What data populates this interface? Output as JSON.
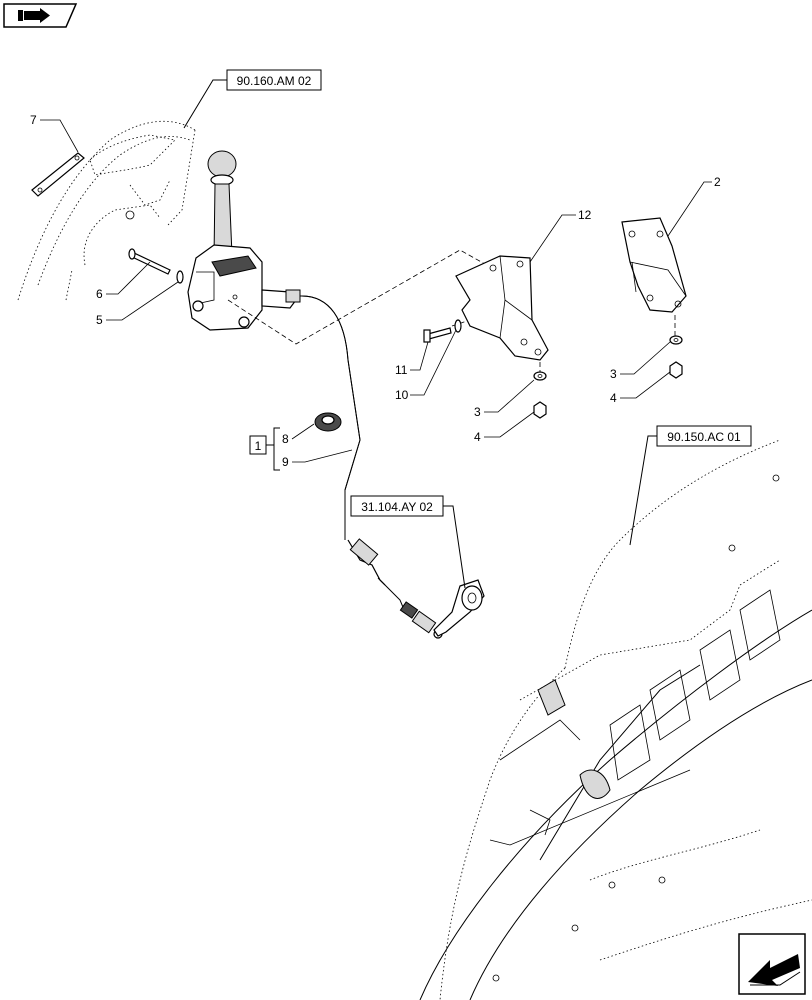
{
  "references": {
    "seat_ref": "90.160.AM 02",
    "frame_ref": "90.150.AC 01",
    "linkage_ref": "31.104.AY 02"
  },
  "kit": {
    "label": "1"
  },
  "callouts": {
    "c2": "2",
    "c3a": "3",
    "c3b": "3",
    "c4a": "4",
    "c4b": "4",
    "c5": "5",
    "c6": "6",
    "c7": "7",
    "c8": "8",
    "c9": "9",
    "c10": "10",
    "c11": "11",
    "c12": "12"
  },
  "icons": {
    "top_left": "book-arrow-icon",
    "bottom_right": "next-page-arrow-icon"
  }
}
